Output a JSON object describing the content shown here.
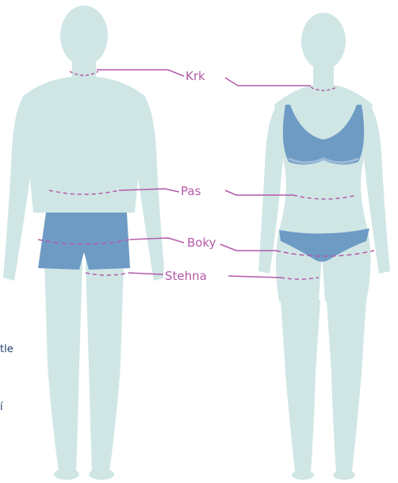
{
  "colors": {
    "body": "#cfe6e5",
    "underwear": "#6e9bc4",
    "underwear_band": "#9dbbda",
    "line": "#b35aa8",
    "side_text": "#223e70"
  },
  "labels": {
    "neck": "Krk",
    "waist": "Pas",
    "hips": "Boky",
    "thigh": "Stehna"
  },
  "side_text": {
    "line_1": "tle",
    "line_2": "í"
  },
  "figures": {
    "left": "male",
    "right": "female"
  }
}
